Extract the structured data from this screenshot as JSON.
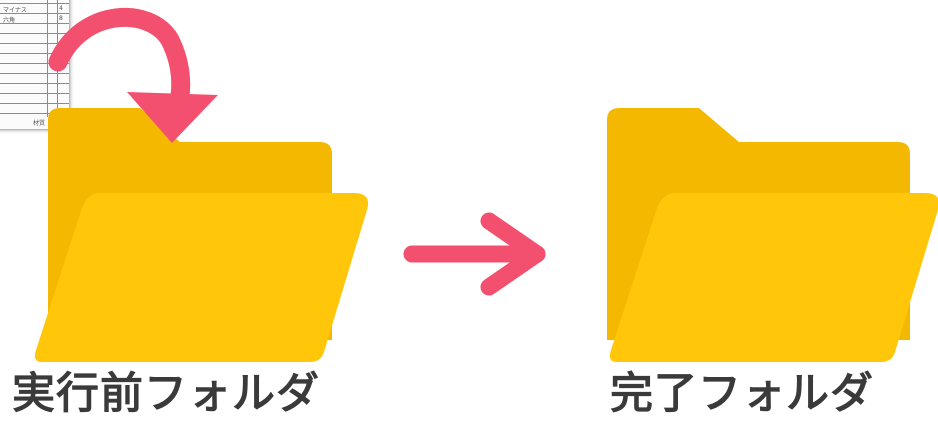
{
  "labels": {
    "before_folder": "実行前フォルダ",
    "done_folder": "完了フォルダ"
  },
  "document": {
    "rows": [
      {
        "name": "マイナス",
        "qty": "4"
      },
      {
        "name": "六角",
        "qty": "8"
      }
    ],
    "footer": "材質"
  },
  "icons": {
    "folder_left": "open-folder-icon",
    "folder_right": "open-folder-icon",
    "move_arrow": "curved-arrow-icon",
    "flow_arrow": "right-arrow-icon",
    "sheet": "document-icon"
  },
  "colors": {
    "folder_back": "#F5B800",
    "folder_front": "#FFC60A",
    "arrow": "#F2506E",
    "text": "#3A3A3A"
  }
}
